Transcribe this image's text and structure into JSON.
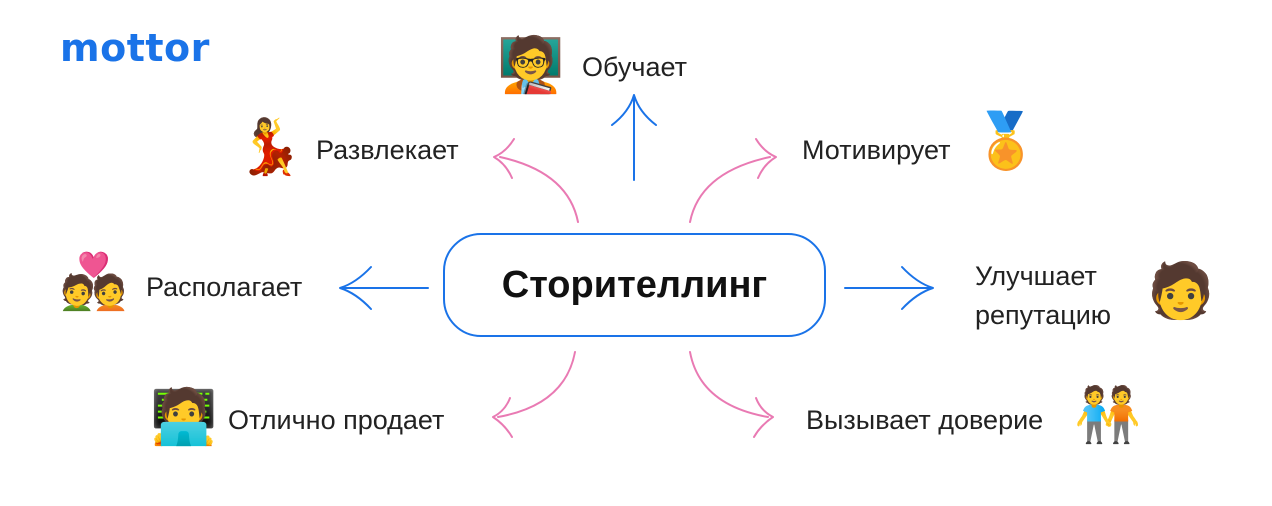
{
  "brand": {
    "logo_text": "mottor",
    "color": "#1a73e8"
  },
  "center": {
    "text": "Сторителлинг"
  },
  "colors": {
    "blue": "#1a73e8",
    "pink": "#e97ab3"
  },
  "nodes": {
    "teaches": {
      "label": "Обучает",
      "icon": "teacher-icon"
    },
    "entertains": {
      "label": "Развлекает",
      "icon": "dancer-icon"
    },
    "motivates": {
      "label": "Мотивирует",
      "icon": "medal-icon"
    },
    "disposes": {
      "label": "Располагает",
      "icon": "couple-heart-icon"
    },
    "reputation": {
      "label_line1": "Улучшает",
      "label_line2": "репутацию",
      "icon": "person-icon"
    },
    "sells": {
      "label": "Отлично продает",
      "icon": "technologist-icon"
    },
    "trust": {
      "label": "Вызывает доверие",
      "icon": "holding-hands-icon"
    }
  }
}
